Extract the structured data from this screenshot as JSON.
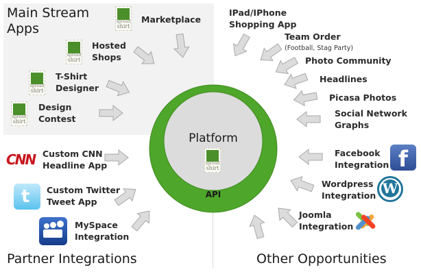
{
  "sections": {
    "main_stream": "Main Stream\nApps",
    "main_stream_line1": "Main Stream",
    "main_stream_line2": "Apps",
    "partner": "Partner Integrations",
    "other": "Other Opportunities"
  },
  "platform": {
    "title": "Platform",
    "api": "API",
    "logo_text_top": "spread",
    "logo_text_bottom": "shirt"
  },
  "main_stream_apps": [
    {
      "line1": "Marketplace",
      "line2": ""
    },
    {
      "line1": "Hosted",
      "line2": "Shops"
    },
    {
      "line1": "T-Shirt",
      "line2": "Designer"
    },
    {
      "line1": "Design",
      "line2": "Contest"
    }
  ],
  "partner_integrations": [
    {
      "line1": "Custom CNN",
      "line2": "Headline App",
      "icon": "cnn-logo"
    },
    {
      "line1": "Custom Twitter",
      "line2": "Tweet App",
      "icon": "twitter-logo"
    },
    {
      "line1": "MySpace",
      "line2": "Integration",
      "icon": "myspace-logo"
    }
  ],
  "other_opportunities": [
    {
      "line1": "IPad/IPhone",
      "line2": "Shopping App"
    },
    {
      "line1": "Team Order",
      "line2": "(Football, Stag Party)"
    },
    {
      "line1": "Photo Community",
      "line2": ""
    },
    {
      "line1": "Headlines",
      "line2": ""
    },
    {
      "line1": "Picasa Photos",
      "line2": ""
    },
    {
      "line1": "Social Network",
      "line2": "Graphs"
    },
    {
      "line1": "Facebook",
      "line2": "Integration",
      "icon": "facebook-logo"
    },
    {
      "line1": "Wordpress",
      "line2": "Integration",
      "icon": "wordpress-logo"
    },
    {
      "line1": "Joomla",
      "line2": "Integration",
      "icon": "joomla-logo"
    }
  ],
  "logos": {
    "cnn": "CNN",
    "facebook": "f",
    "wordpress": "W"
  },
  "colors": {
    "ring_green": "#4ea62a",
    "ring_inner": "#dcdcdc",
    "arrow_fill": "#dcdcdc",
    "arrow_stroke": "#a8a8a8",
    "box_bg": "#f2f2f2",
    "cnn_red": "#c8161d",
    "twitter_blue": "#5cc3ee",
    "myspace_blue": "#1f4ea8",
    "facebook_blue": "#3b5ca0",
    "wordpress_blue": "#21759b"
  }
}
